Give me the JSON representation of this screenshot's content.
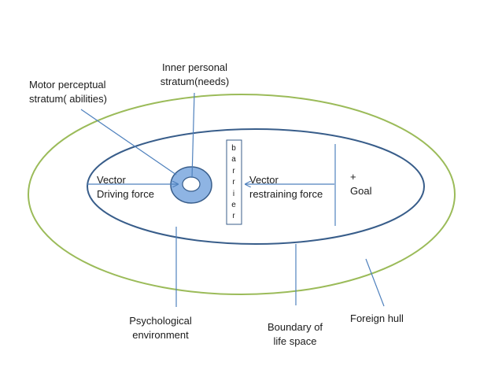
{
  "labels": {
    "inner_personal": [
      "Inner personal",
      "stratum(needs)"
    ],
    "motor_perceptual": [
      "Motor perceptual",
      "stratum( abilities)"
    ],
    "vector_driving": [
      "Vector",
      "Driving force"
    ],
    "vector_restraining": [
      "Vector",
      "restraining force"
    ],
    "goal": [
      "+",
      "Goal"
    ],
    "barrier": [
      "b",
      "a",
      "r",
      "r",
      "i",
      "e",
      "r"
    ],
    "psychological_environment": [
      "Psychological",
      "environment"
    ],
    "boundary_life_space": [
      "Boundary of",
      "life space"
    ],
    "foreign_hull": [
      "Foreign hull"
    ]
  },
  "colors": {
    "outer_ellipse": "#9bbb59",
    "inner_ellipse": "#385d8a",
    "person_fill": "#8eb4e3",
    "person_stroke": "#385d8a",
    "arrows": "#4f81bd",
    "barrier_stroke": "#385d8a"
  }
}
